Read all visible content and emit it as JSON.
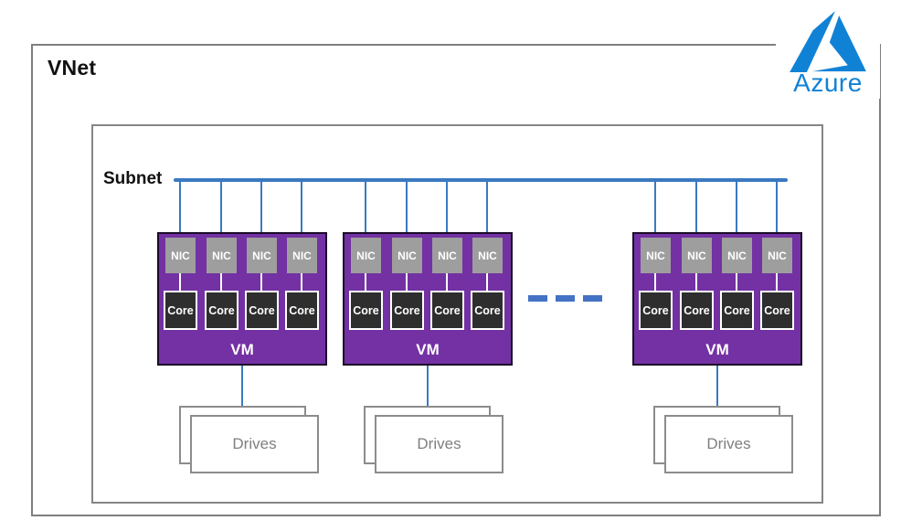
{
  "vnet_label": "VNet",
  "subnet_label": "Subnet",
  "logo": {
    "text": "Azure"
  },
  "vm_groups": [
    {
      "vm_label": "VM",
      "nics": [
        "NIC",
        "NIC",
        "NIC",
        "NIC"
      ],
      "cores": [
        "Core",
        "Core",
        "Core",
        "Core"
      ],
      "drives_label": "Drives"
    },
    {
      "vm_label": "VM",
      "nics": [
        "NIC",
        "NIC",
        "NIC",
        "NIC"
      ],
      "cores": [
        "Core",
        "Core",
        "Core",
        "Core"
      ],
      "drives_label": "Drives"
    },
    {
      "vm_label": "VM",
      "nics": [
        "NIC",
        "NIC",
        "NIC",
        "NIC"
      ],
      "cores": [
        "Core",
        "Core",
        "Core",
        "Core"
      ],
      "drives_label": "Drives"
    }
  ],
  "colors": {
    "vm_fill": "#7331a3",
    "vm_border": "#1a0d29",
    "nic_fill": "#9e9e9e",
    "core_fill": "#2e2e2e",
    "subnet_line_blue": "#3a79c2",
    "ellipsis_dash_blue": "#4472c4",
    "azure_blue": "#1082d6",
    "box_border_gray": "#7f7f7f",
    "drives_text_gray": "#7f7f7f"
  }
}
